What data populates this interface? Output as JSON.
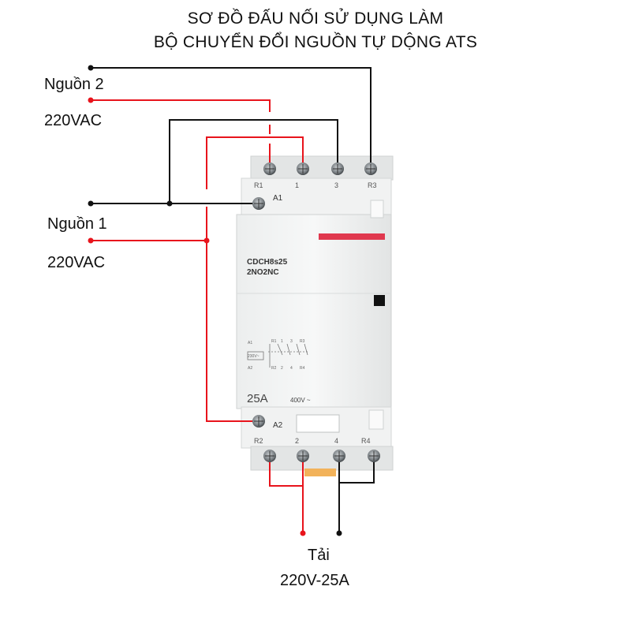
{
  "title": {
    "line1": "SƠ ĐỒ ĐẤU NỐI SỬ DỤNG LÀM",
    "line2": "BỘ CHUYỂN ĐỔI NGUỒN TỰ DỘNG ATS"
  },
  "source2": {
    "name": "Nguồn 2",
    "voltage": "220VAC"
  },
  "source1": {
    "name": "Nguồn 1",
    "voltage": "220VAC"
  },
  "load": {
    "name": "Tải",
    "rating": "220V-25A"
  },
  "device": {
    "model_line1": "CDCH8s25",
    "model_line2": "2NO2NC",
    "current": "25A",
    "voltage": "400V ~",
    "top_terminals": [
      "R1",
      "1",
      "3",
      "R3"
    ],
    "bottom_terminals": [
      "R2",
      "2",
      "4",
      "R4"
    ],
    "coil_a1": "A1",
    "coil_a2": "A2",
    "schematic_labels": [
      "A1",
      "230V~",
      "A2",
      "R1",
      "1",
      "3",
      "R3",
      "R2",
      "2",
      "4",
      "R4"
    ]
  },
  "colors": {
    "live": "#e8141c",
    "neutral": "#111111",
    "indicator": "#e0384e"
  }
}
